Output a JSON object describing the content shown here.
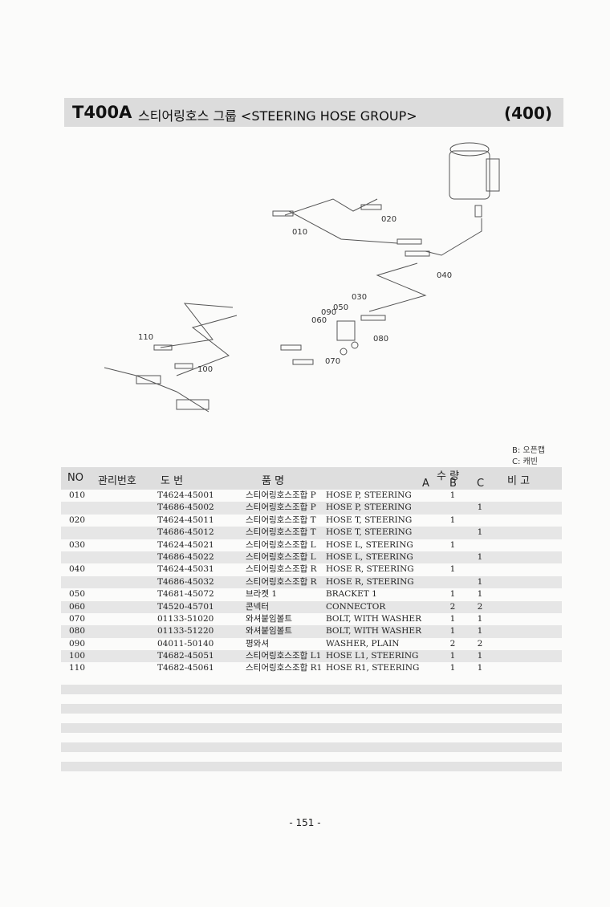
{
  "header": {
    "code": "T400A",
    "title": "스티어링호스 그룹 <STEERING HOSE GROUP>",
    "page_ref": "(400)"
  },
  "diagram": {
    "callouts": [
      "010",
      "020",
      "030",
      "040",
      "050",
      "060",
      "070",
      "080",
      "090",
      "100",
      "110"
    ]
  },
  "legend": {
    "line1": "B: 오픈캡",
    "line2": "C: 캐빈"
  },
  "table": {
    "headers": {
      "no": "NO",
      "mgmt": "관리번호",
      "drawing": "도      번",
      "name": "품              명",
      "qty": "수   량",
      "a": "A",
      "b": "B",
      "c": "C",
      "remark": "비   고"
    },
    "rows": [
      {
        "no": "010",
        "part": "T4624-45001",
        "kname": "스티어링호스조합 P",
        "ename": "HOSE P, STEERING",
        "a": "",
        "b": "1",
        "c": ""
      },
      {
        "no": "",
        "part": "T4686-45002",
        "kname": "스티어링호스조합 P",
        "ename": "HOSE P, STEERING",
        "a": "",
        "b": "",
        "c": "1"
      },
      {
        "no": "020",
        "part": "T4624-45011",
        "kname": "스티어링호스조합 T",
        "ename": "HOSE T, STEERING",
        "a": "",
        "b": "1",
        "c": ""
      },
      {
        "no": "",
        "part": "T4686-45012",
        "kname": "스티어링호스조합 T",
        "ename": "HOSE T, STEERING",
        "a": "",
        "b": "",
        "c": "1"
      },
      {
        "no": "030",
        "part": "T4624-45021",
        "kname": "스티어링호스조합 L",
        "ename": "HOSE L, STEERING",
        "a": "",
        "b": "1",
        "c": ""
      },
      {
        "no": "",
        "part": "T4686-45022",
        "kname": "스티어링호스조합 L",
        "ename": "HOSE L, STEERING",
        "a": "",
        "b": "",
        "c": "1"
      },
      {
        "no": "040",
        "part": "T4624-45031",
        "kname": "스티어링호스조합 R",
        "ename": "HOSE R, STEERING",
        "a": "",
        "b": "1",
        "c": ""
      },
      {
        "no": "",
        "part": "T4686-45032",
        "kname": "스티어링호스조합 R",
        "ename": "HOSE R, STEERING",
        "a": "",
        "b": "",
        "c": "1"
      },
      {
        "no": "050",
        "part": "T4681-45072",
        "kname": "브라켓 1",
        "ename": "BRACKET 1",
        "a": "",
        "b": "1",
        "c": "1"
      },
      {
        "no": "060",
        "part": "T4520-45701",
        "kname": "콘넥터",
        "ename": "CONNECTOR",
        "a": "",
        "b": "2",
        "c": "2"
      },
      {
        "no": "070",
        "part": "01133-51020",
        "kname": "와셔붙임볼트",
        "ename": "BOLT, WITH WASHER",
        "a": "",
        "b": "1",
        "c": "1"
      },
      {
        "no": "080",
        "part": "01133-51220",
        "kname": "와셔붙임볼트",
        "ename": "BOLT, WITH WASHER",
        "a": "",
        "b": "1",
        "c": "1"
      },
      {
        "no": "090",
        "part": "04011-50140",
        "kname": "평와셔",
        "ename": "WASHER, PLAIN",
        "a": "",
        "b": "2",
        "c": "2"
      },
      {
        "no": "100",
        "part": "T4682-45051",
        "kname": "스티어링호스조합 L1",
        "ename": "HOSE L1, STEERING",
        "a": "",
        "b": "1",
        "c": "1"
      },
      {
        "no": "110",
        "part": "T4682-45061",
        "kname": "스티어링호스조합 R1",
        "ename": "HOSE R1, STEERING",
        "a": "",
        "b": "1",
        "c": "1"
      }
    ]
  },
  "footer": {
    "page": "- 151 -"
  }
}
